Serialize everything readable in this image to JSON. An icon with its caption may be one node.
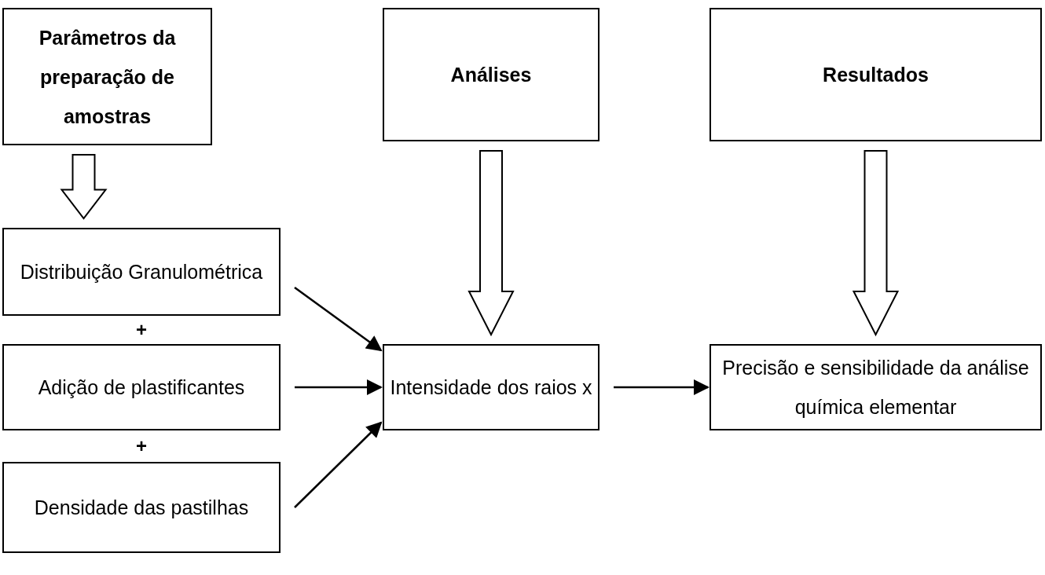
{
  "diagram": {
    "nodes": [
      {
        "text": [
          "Parâmetros da preparação de amostras"
        ]
      },
      {
        "text": [
          "Análises"
        ]
      },
      {
        "text": [
          "Resultados"
        ]
      },
      {
        "text": [
          "Distribuição Granulométrica"
        ]
      },
      {
        "text": [
          "Adição de plastificantes"
        ]
      },
      {
        "text": [
          "Densidade das pastilhas"
        ]
      },
      {
        "text": [
          "Intensidade dos raios x"
        ]
      },
      {
        "text": [
          "Precisão e sensibilidade da análise química elementar"
        ]
      }
    ],
    "edges": [
      {
        "from": 0,
        "to": 3,
        "arrow": "to",
        "style": "thick"
      },
      {
        "from": 1,
        "to": 6,
        "arrow": "to",
        "style": "thick"
      },
      {
        "from": 2,
        "to": 7,
        "arrow": "to",
        "style": "thick"
      },
      {
        "from": 3,
        "to": 6,
        "arrow": "to"
      },
      {
        "from": 4,
        "to": 6,
        "arrow": "to"
      },
      {
        "from": 5,
        "to": 6,
        "arrow": "to"
      },
      {
        "from": 6,
        "to": 7,
        "arrow": "to"
      }
    ],
    "labels": [
      "+",
      "+"
    ]
  }
}
